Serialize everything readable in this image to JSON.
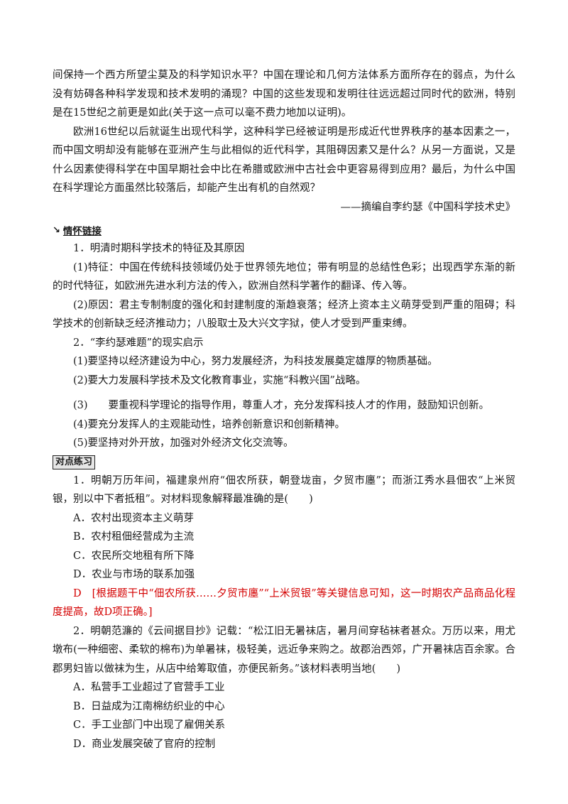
{
  "intro": {
    "para1": "间保持一个西方所望尘莫及的科学知识水平？中国在理论和几何方法体系方面所存在的弱点，为什么没有妨碍各种科学发现和技术发明的涌现？中国的这些发现和发明往往远远超过同时代的欧洲，特别是在15世纪之前更是如此(关于这一点可以毫不费力地加以证明)。",
    "para2": "欧洲16世纪以后就诞生出现代科学，这种科学已经被证明是形成近代世界秩序的基本因素之一，而中国文明却没有能够在亚洲产生与此相似的近代科学，其阻碍因素又是什么？从另一方面说，又是什么因素使得科学在中国早期社会中比在希腊或欧洲中古社会中更容易得到应用？最后，为什么中国在科学理论方面虽然比较落后，却能产生出有机的自然观？",
    "source": "——摘编自李约瑟《中国科学技术史》"
  },
  "section": {
    "arrow": "↘",
    "title": "情怀链接",
    "point1_title": "1．明清时期科学技术的特征及其原因",
    "point1_a": "(1)特征：中国在传统科技领域仍处于世界领先地位；带有明显的总结性色彩；出现西学东渐的新的时代特征，如欧洲先进水利方法的传入，欧洲自然科学著作的翻译、传入等。",
    "point1_b": "(2)原因：君主专制制度的强化和封建制度的渐趋衰落；经济上资本主义萌芽受到严重的阻碍；科学技术的创新缺乏经济推动力；八股取士及大兴文字狱，使人才受到严重束缚。",
    "point2_title": "2．“李约瑟难题”的现实启示",
    "point2_items": [
      "(1)要坚持以经济建设为中心，努力发展经济，为科技发展奠定雄厚的物质基础。",
      "(2)要大力发展科学技术及文化教育事业，实施“科教兴国”战略。",
      "(3)　　要重视科学理论的指导作用，尊重人才，充分发挥科技人才的作用，鼓励知识创新。",
      "(4)要充分发挥人的主观能动性，培养创新意识和创新精神。",
      "(5)要坚持对外开放，加强对外经济文化交流等。"
    ]
  },
  "practice": {
    "title": "对点练习",
    "q1": {
      "stem": "1．明朝万历年间，福建泉州府“佃农所获，朝登垅亩，夕贸市廛”；而浙江秀水县佃农“上米贸银，别以中下者抵租”。对材料现象解释最准确的是(　　)",
      "options": [
        "A．农村出现资本主义萌芽",
        "B．农村租佃经营成为主流",
        "C．农民所交地租有所下降",
        "D．农业与市场的联系加强"
      ],
      "answer": "D　[根据题干中“佃农所获……夕贸市廛”“上米贸银”等关键信息可知，这一时期农产品商品化程度提高，故D项正确。]"
    },
    "q2": {
      "stem": "2．明朝范濂的《云间据目抄》记载：“松江旧无暑袜店，暑月间穿毡袜者甚众。万历以来，用尤墩布(一种细密、柔软的棉布)为单暑袜，极轻美，远近争来购之。故郡治西郊，广开暑袜店百余家。合郡男妇皆以做袜为生，从店中给筹取值，亦便民新务。”该材料表明当地(　　)",
      "options": [
        "A．私营手工业超过了官营手工业",
        "B．日益成为江南棉纺织业的中心",
        "C．手工业部门中出现了雇佣关系",
        "D．商业发展突破了官府的控制"
      ]
    }
  }
}
